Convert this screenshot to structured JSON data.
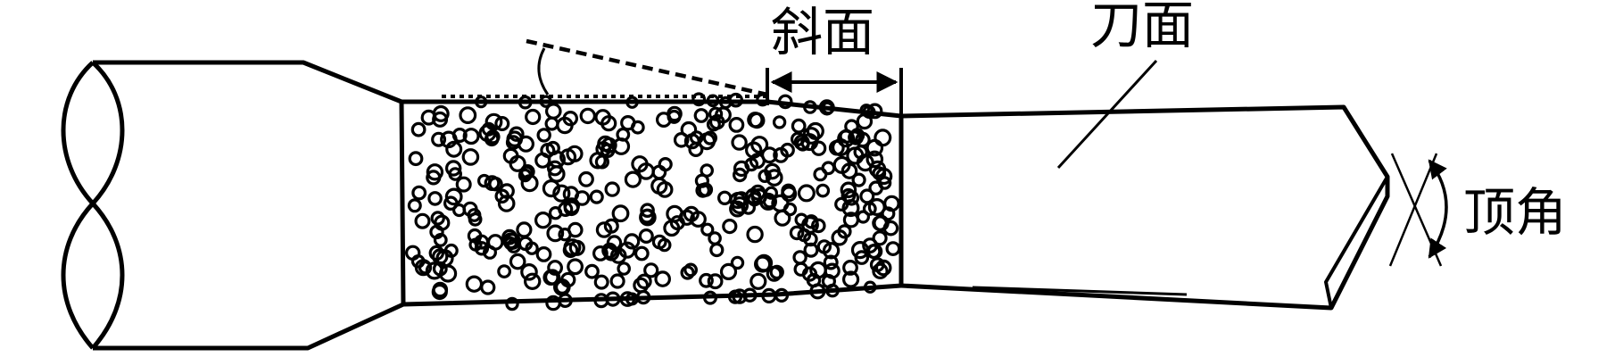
{
  "labels": {
    "bevel": "斜面",
    "blade_face": "刀面",
    "apex_angle": "顶角"
  },
  "colors": {
    "stroke": "#000000",
    "background": "#ffffff"
  }
}
